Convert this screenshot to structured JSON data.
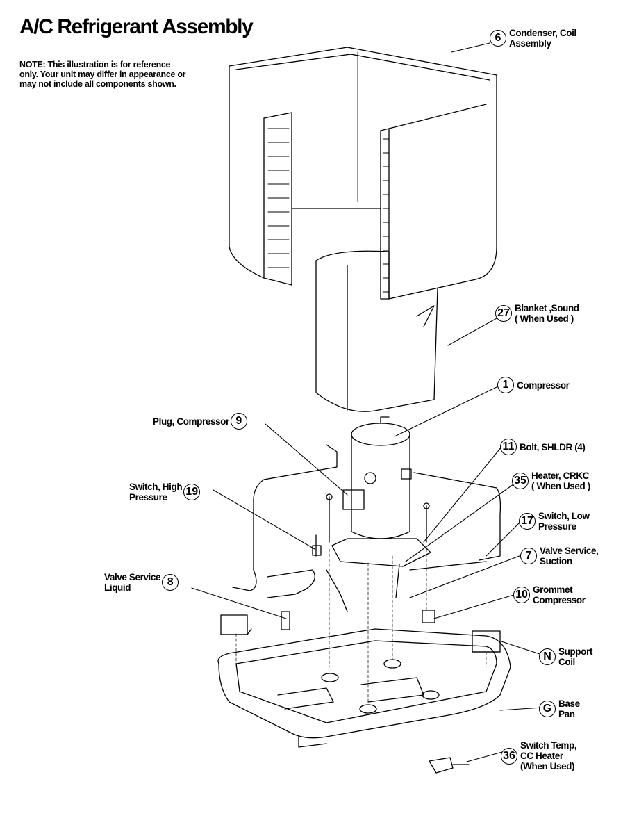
{
  "title": "A/C Refrigerant Assembly",
  "note": "NOTE: This illustration is for reference only. Your unit may differ in appearance or may not include all components shown.",
  "callouts": [
    {
      "number": "6",
      "label": [
        "Condenser, Coil",
        "Assembly"
      ]
    },
    {
      "number": "27",
      "label": [
        "Blanket ,Sound",
        "( When Used )"
      ]
    },
    {
      "number": "1",
      "label": [
        "Compressor"
      ]
    },
    {
      "number": "9",
      "label": [
        "Plug, Compressor"
      ]
    },
    {
      "number": "11",
      "label": [
        "Bolt, SHLDR (4)"
      ]
    },
    {
      "number": "35",
      "label": [
        "Heater, CRKC",
        "( When Used )"
      ]
    },
    {
      "number": "19",
      "label": [
        "Switch, High",
        "Pressure"
      ]
    },
    {
      "number": "17",
      "label": [
        "Switch, Low",
        "Pressure"
      ]
    },
    {
      "number": "7",
      "label": [
        "Valve Service,",
        "Suction"
      ]
    },
    {
      "number": "8",
      "label": [
        "Valve Service",
        "Liquid"
      ]
    },
    {
      "number": "10",
      "label": [
        "Grommet",
        "Compressor"
      ]
    },
    {
      "number": "N",
      "label": [
        "Support",
        "Coil"
      ]
    },
    {
      "number": "G",
      "label": [
        "Base",
        "Pan"
      ]
    },
    {
      "number": "36",
      "label": [
        "Switch Temp,",
        "CC Heater",
        "(When Used)"
      ]
    }
  ]
}
